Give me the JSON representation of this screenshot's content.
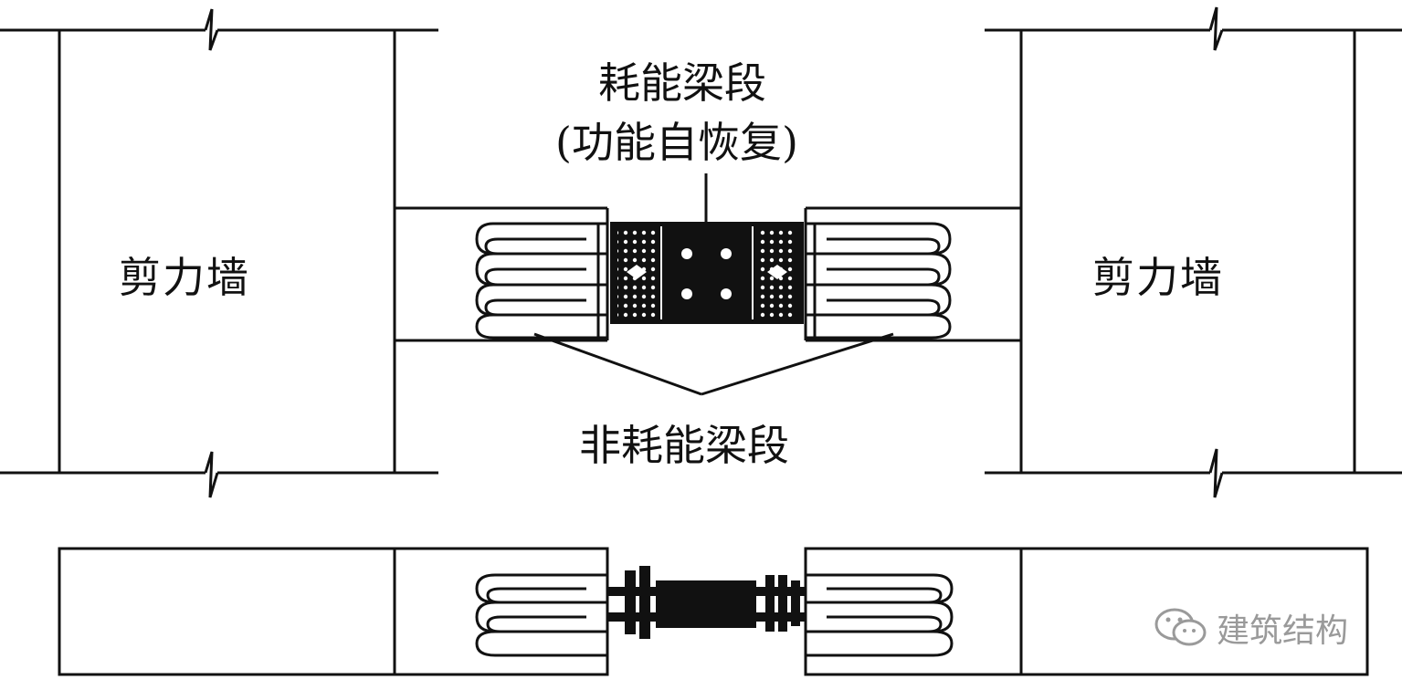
{
  "labels": {
    "wall_left": "剪力墙",
    "wall_right": "剪力墙",
    "energy_segment": "耗能梁段",
    "energy_segment_note": "(功能自恢复)",
    "non_energy_segment": "非耗能梁段"
  },
  "watermark": {
    "text": "建筑结构",
    "icon": "wechat-icon"
  },
  "colors": {
    "line": "#111111",
    "background": "#ffffff",
    "watermark": "#9a9a9a"
  }
}
